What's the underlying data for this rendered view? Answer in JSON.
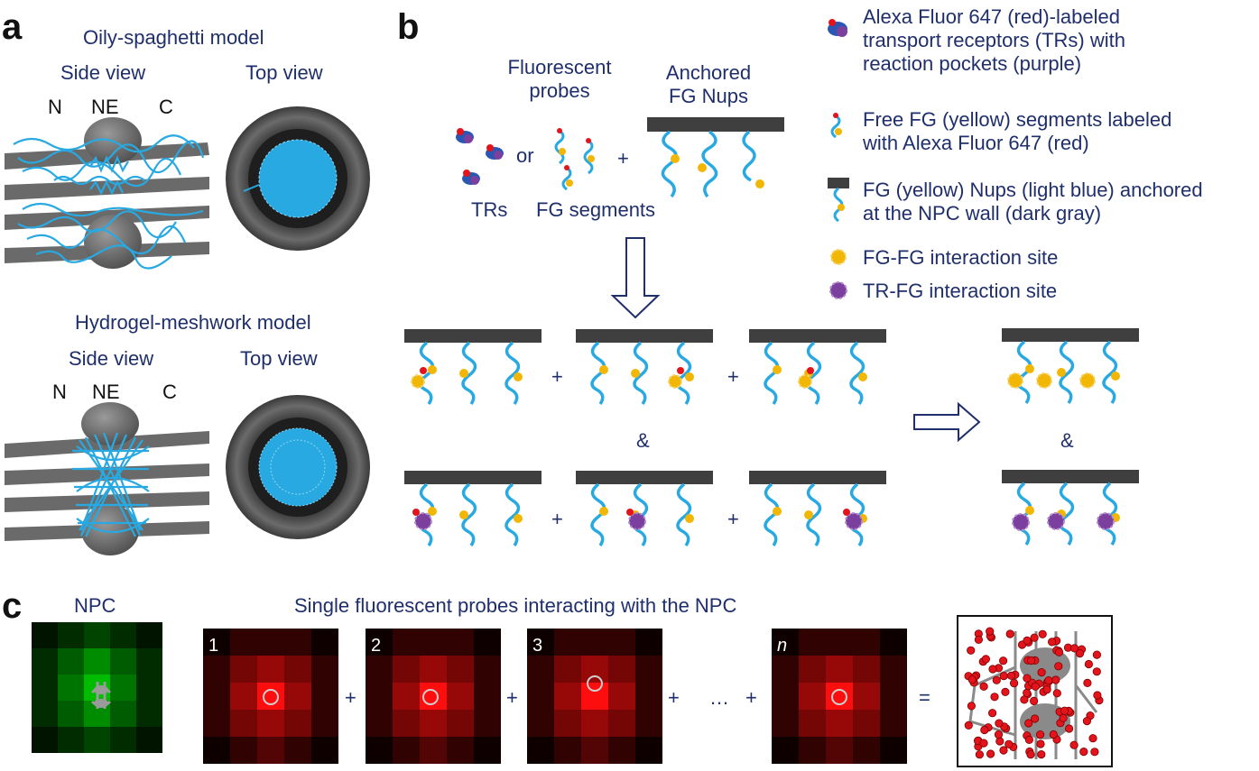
{
  "panels": {
    "a": "a",
    "b": "b",
    "c": "c"
  },
  "panel_a": {
    "oily_title": "Oily-spaghetti model",
    "hydro_title": "Hydrogel-meshwork model",
    "side_view": "Side view",
    "top_view": "Top view",
    "n": "N",
    "ne": "NE",
    "c": "C"
  },
  "panel_b": {
    "fluor_probes_line1": "Fluorescent",
    "fluor_probes_line2": "probes",
    "anchored_line1": "Anchored",
    "anchored_line2": "FG Nups",
    "or": "or",
    "plus": "+",
    "trs": "TRs",
    "fg_segments": "FG segments",
    "ampersand": "&",
    "legend": {
      "tr_line1": "Alexa Fluor 647 (red)-labeled",
      "tr_line2": "transport receptors (TRs) with",
      "tr_line3": "reaction pockets (purple)",
      "fg_line1": "Free FG (yellow) segments labeled",
      "fg_line2": "with Alexa Fluor 647 (red)",
      "nup_line1": "FG (yellow) Nups (light blue) anchored",
      "nup_line2": "at the NPC wall (dark gray)",
      "fgfg": "FG-FG interaction site",
      "trfg": "TR-FG interaction site"
    }
  },
  "panel_c": {
    "npc": "NPC",
    "title": "Single fluorescent probes interacting with the NPC",
    "frame_labels": [
      "1",
      "2",
      "3",
      "n"
    ],
    "plus": "+",
    "ellipsis": "…",
    "equals": "="
  },
  "colors": {
    "text": "#1f2f6b",
    "nup_blue": "#29a9e1",
    "fg_yellow": "#f2b705",
    "tr_purple": "#7b3f9e",
    "alexa_red": "#e3141b",
    "wall_gray": "#3f3f3f"
  }
}
